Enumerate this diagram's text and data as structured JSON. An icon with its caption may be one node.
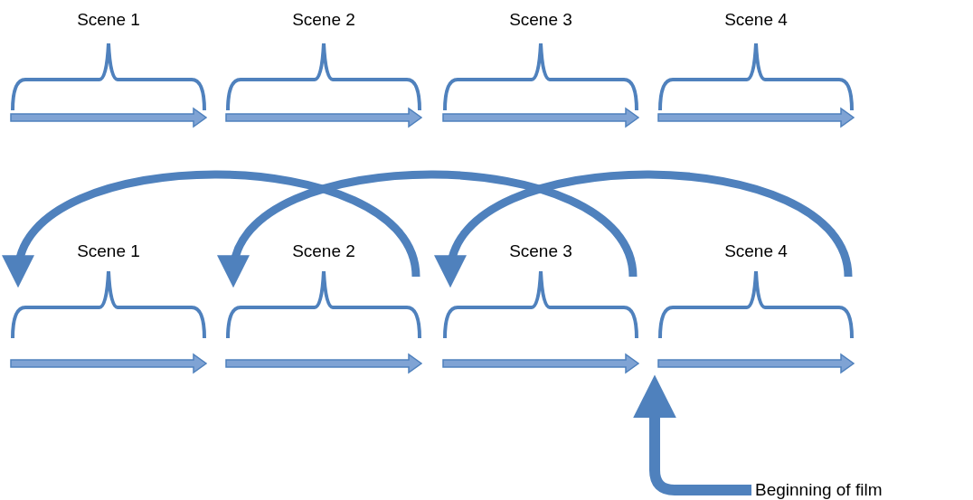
{
  "diagram": {
    "nodes": [
      {
        "text": [
          "Scene 1"
        ]
      },
      {
        "text": [
          "Scene 2"
        ]
      },
      {
        "text": [
          "Scene 3"
        ]
      },
      {
        "text": [
          "Scene 4"
        ]
      },
      {
        "text": [
          "Scene 1"
        ]
      },
      {
        "text": [
          "Scene 2"
        ]
      },
      {
        "text": [
          "Scene 3"
        ]
      },
      {
        "text": [
          "Scene 4"
        ]
      },
      {
        "text": [
          "Beginning of film"
        ]
      }
    ],
    "edges": [
      {
        "from": 5,
        "to": 4,
        "arrow": "to"
      },
      {
        "from": 6,
        "to": 5,
        "arrow": "to"
      },
      {
        "from": 7,
        "to": 6,
        "arrow": "to"
      },
      {
        "from": 8,
        "to": 7,
        "arrow": "to"
      }
    ]
  }
}
